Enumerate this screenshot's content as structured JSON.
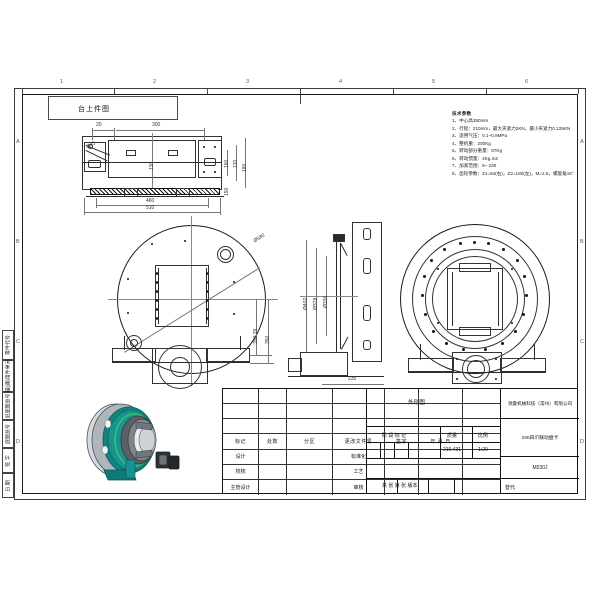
{
  "sheet": {
    "format": "A-size engineering drawing frame",
    "zone_columns": [
      "1",
      "2",
      "3",
      "4",
      "5",
      "6"
    ],
    "zone_rows": [
      "A",
      "B",
      "C",
      "D"
    ]
  },
  "view_label": {
    "text": "台上件图"
  },
  "tech_params": {
    "heading": "技术参数",
    "lines": [
      "1、中心高350mm",
      "2、行程：210mm，最大夹紧力2KN，最小夹紧力0.125KN",
      "3、适用气压：0.1~0.9MPa",
      "4、整机重：200Kg",
      "5、转动部分重量：97Kg",
      "6、转动惯量：4Kg.m2",
      "7、加紧范围：5~ 230",
      "8、齿轮参数：Z1=84(右)，Z2=180(左)，M=2.5，螺旋角15°"
    ]
  },
  "dimensions": {
    "top_view": [
      "20",
      "300",
      "130",
      "460",
      "510",
      "180",
      "120",
      "160",
      "150",
      "Ø45"
    ],
    "front_view": [
      "Ø402",
      "Ø378",
      "Ø336",
      "235"
    ],
    "main_view": [
      "Ø580",
      "350",
      "350.29",
      "510"
    ]
  },
  "title_block": {
    "revision_headers": [
      "标记",
      "处数",
      "分区",
      "更改文件号",
      "签字",
      "年 月 日"
    ],
    "role_rows": [
      {
        "role": "设计",
        "second": "标准化"
      },
      {
        "role": "校核",
        "second": "工艺"
      },
      {
        "role": "主管设计",
        "second": "审核"
      },
      {
        "role": "",
        "second": "批准"
      }
    ],
    "doc_type": "外形图",
    "stage_label": "阶 段 标 记",
    "mass_label": "质量",
    "scale_label": "比例",
    "mass_value": "210.431",
    "scale_value": "1:20",
    "sheet_label": "共 张 第 张 版本",
    "replaces_label": "替代",
    "company": "领曼机械科技（常州）有限公司",
    "drawing_title": "230四爪联动盘卡",
    "part_number": "M230J"
  },
  "side_labels": [
    {
      "text": "零件代号"
    },
    {
      "text": "描(通)用件单元"
    },
    {
      "text": "旧底图总号"
    },
    {
      "text": "底图总号"
    },
    {
      "text": "签   字"
    },
    {
      "text": "日   期"
    }
  ],
  "colors": {
    "line": "#1a1a1a",
    "center_line": "#8a8a8a",
    "render_teal": "#1d8f8a",
    "render_green": "#2fae62",
    "render_gray": "#b9bfc4",
    "render_dark": "#3b4146"
  }
}
